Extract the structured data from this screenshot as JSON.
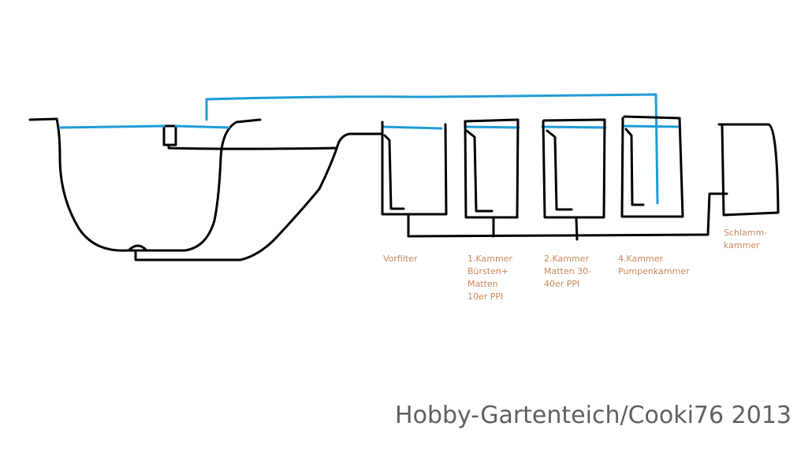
{
  "colors": {
    "line": "#000000",
    "water": "#1e9cd7",
    "label": "#c8875a",
    "watermark": "#5f5f5f"
  },
  "labels": {
    "vorfilter": "Vorfilter",
    "kammer1": "1.Kammer\nBürsten+\nMatten\n10er PPI",
    "kammer2": "2.Kammer\nMatten 30-\n40er PPI",
    "kammer4": "4.Kammer\nPumpenkammer",
    "schlammkammer": "Schlamm-\nkammer"
  },
  "watermark": "Hobby-Gartenteich/Cooki76 2013"
}
